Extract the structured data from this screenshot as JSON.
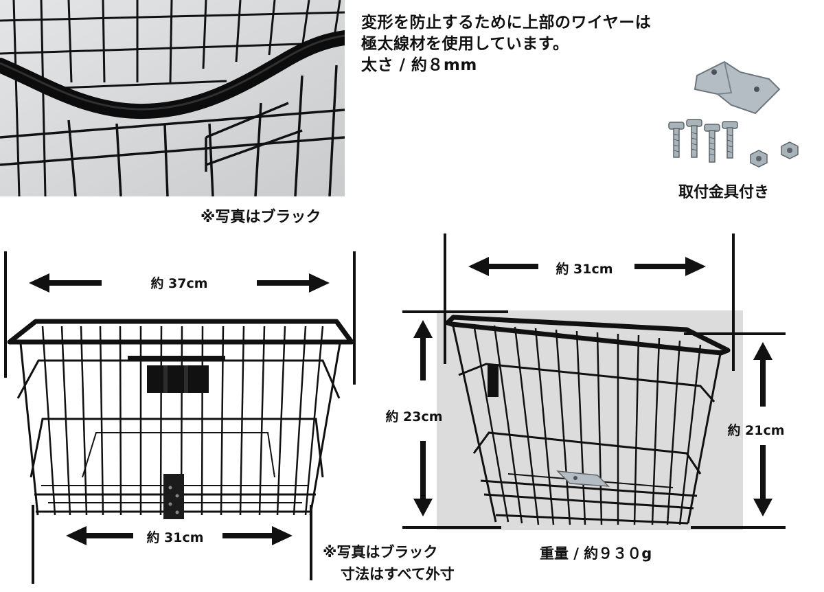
{
  "closeup": {
    "caption": "※写真はブラック"
  },
  "description": {
    "line1": "変形を防止するために上部のワイヤーは",
    "line2": "極太線材を使用しています。",
    "line3": "太さ / 約８mm"
  },
  "hardware": {
    "caption": "取付金具付き"
  },
  "front_view": {
    "top_width": "約 37cm",
    "bottom_width": "約 31cm"
  },
  "side_view": {
    "top_depth": "約 31cm",
    "left_height": "約 23cm",
    "right_height": "約 21cm",
    "weight": "重量 / 約９３０g"
  },
  "notes": {
    "line1": "※写真はブラック",
    "line2": "寸法はすべて外寸"
  },
  "colors": {
    "wire": "#111111",
    "photo_background": "#d9dbdc",
    "side_photo_background": "#dcdcdc",
    "hardware_metal": "#a9b3ba",
    "arrow": "#111111"
  }
}
